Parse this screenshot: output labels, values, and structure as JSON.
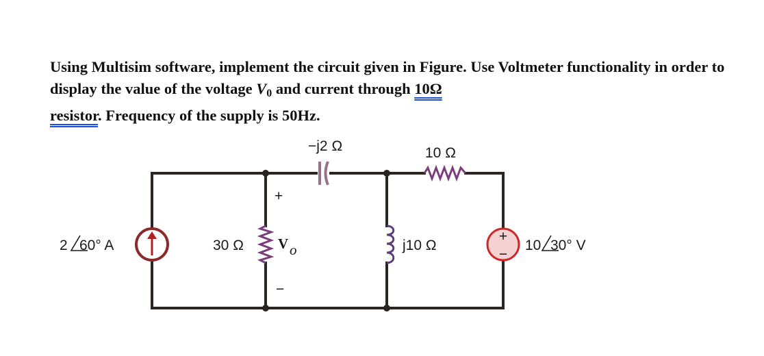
{
  "problem": {
    "part1": "Using Multisim software, implement the circuit given in Figure. Use Voltmeter functionality in order to display the value of the voltage ",
    "v_symbol": "V",
    "v_subscript": "0",
    "part2": " and current through ",
    "resistor_value": "10Ω",
    "resistor_word": "resistor",
    "part3": ". Frequency of the supply is 50Hz."
  },
  "circuit": {
    "current_source_mag": "2",
    "current_source_angle": "60° A",
    "r30_label": "30 Ω",
    "vo_plus": "+",
    "vo_minus": "−",
    "vo_symbol": "V",
    "vo_subscript": "o",
    "capacitor_label": "−j2 Ω",
    "r10_label": "10 Ω",
    "inductor_label": "j10 Ω",
    "voltage_source_mag": "10",
    "voltage_source_angle": "30° V",
    "vsource_plus": "+",
    "vsource_minus": "−"
  },
  "colors": {
    "wire": "#2a2520",
    "source_ring": "#8b2a2a",
    "current_arrow": "#b02020",
    "capacitor": "#9a6f8a",
    "inductor": "#5a3f7a",
    "resistor_plates": "#8a6680",
    "vsource_fill": "#f4d2d2",
    "vsource_ring": "#cc2a2a"
  }
}
